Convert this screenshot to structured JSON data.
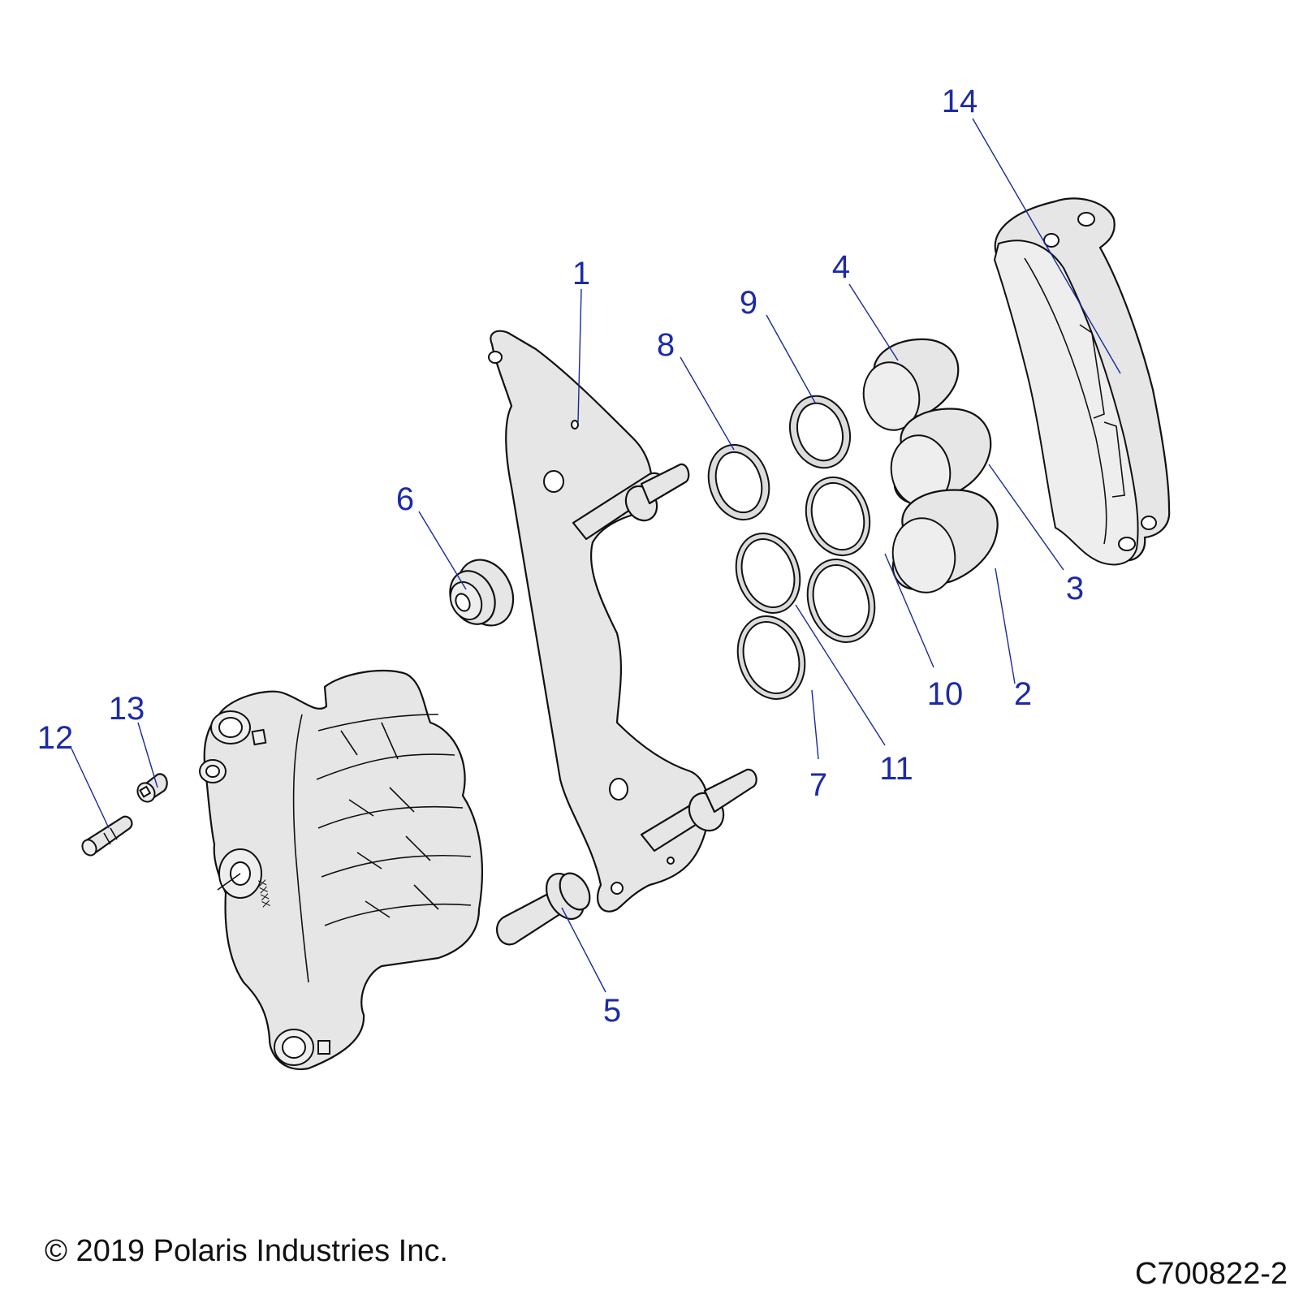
{
  "callouts": [
    {
      "id": "1",
      "label": "1"
    },
    {
      "id": "2",
      "label": "2"
    },
    {
      "id": "3",
      "label": "3"
    },
    {
      "id": "4",
      "label": "4"
    },
    {
      "id": "5",
      "label": "5"
    },
    {
      "id": "6",
      "label": "6"
    },
    {
      "id": "7",
      "label": "7"
    },
    {
      "id": "8",
      "label": "8"
    },
    {
      "id": "9",
      "label": "9"
    },
    {
      "id": "10",
      "label": "10"
    },
    {
      "id": "11",
      "label": "11"
    },
    {
      "id": "12",
      "label": "12"
    },
    {
      "id": "13",
      "label": "13"
    },
    {
      "id": "14",
      "label": "14"
    }
  ],
  "caliper_marking": "XXXX",
  "footer": {
    "copyright": "© 2019 Polaris Industries Inc.",
    "figure_id": "C700822-2"
  },
  "colors": {
    "callout": "#1c2aa8",
    "part_fill": "#e6e6e6",
    "outline": "#111111"
  }
}
